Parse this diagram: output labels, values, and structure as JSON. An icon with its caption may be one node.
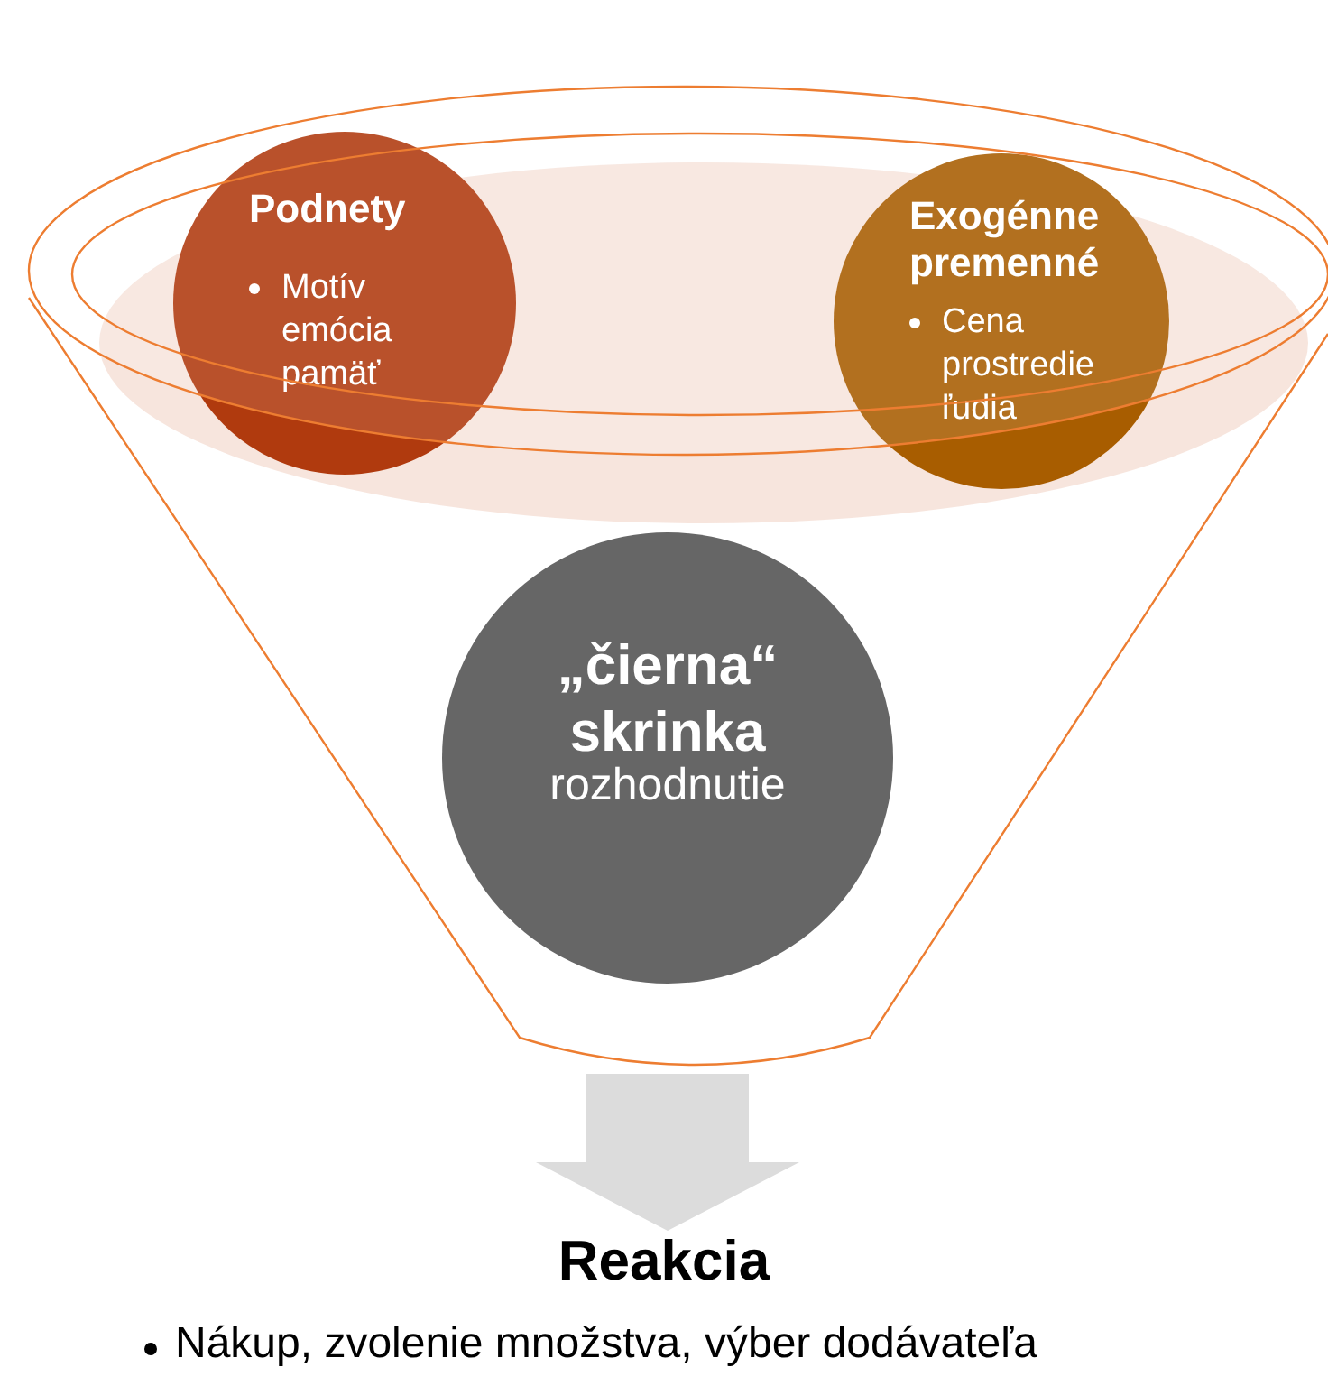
{
  "diagram": {
    "nodes": [
      {
        "text": [
          "Podnety",
          "Motív emócia pamäť"
        ]
      },
      {
        "text": [
          "Exogénne premenné",
          "Cena prostredie ľudia"
        ]
      },
      {
        "text": [
          "„čierna“ skrinka",
          "rozhodnutie"
        ]
      },
      {
        "text": [
          "Reakcia",
          "Nákup, zvolenie množstva, výber dodávateľa"
        ]
      }
    ],
    "edges": [
      {
        "from": 2,
        "to": 3,
        "arrow": "to"
      }
    ]
  }
}
